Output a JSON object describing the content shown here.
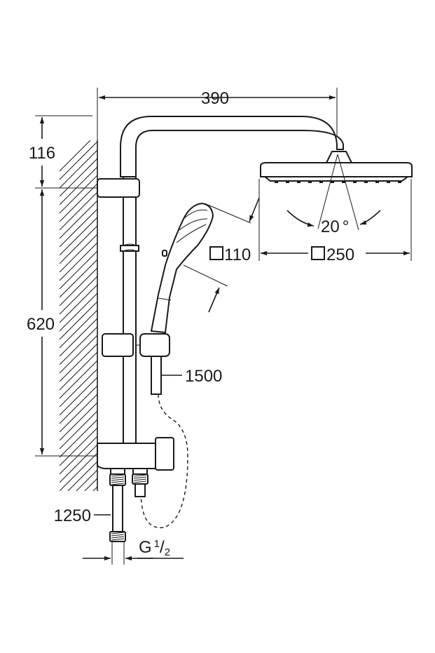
{
  "dimensions": {
    "arm_length": "390",
    "top_offset": "116",
    "rail_height": "620",
    "hose_length": "1500",
    "hose_lower": "1250",
    "spray_angle": "20",
    "angle_unit": "°",
    "hand_shower_size": "110",
    "head_shower_size": "250",
    "thread_prefix": "G",
    "thread_num": "1",
    "thread_den": "2"
  }
}
